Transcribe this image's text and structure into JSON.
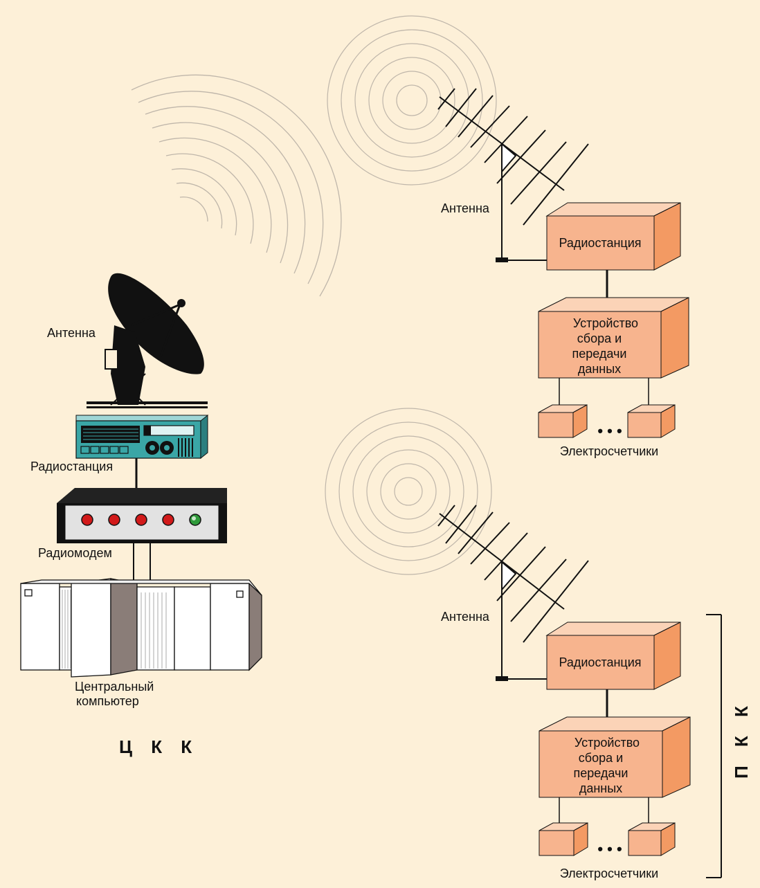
{
  "colors": {
    "background": "#fdf0d8",
    "box_front": "#f7b48e",
    "box_top": "#fbd3b7",
    "box_side": "#f39a63",
    "radio_teal": "#3aa6a6",
    "wave": "#bfb6aa"
  },
  "labels": {
    "ckk": "Ц К К",
    "pkk": "П К К",
    "central_antenna": "Антенна",
    "central_radio": "Радиостанция",
    "modem": "Радиомодем",
    "computer_line1": "Центральный",
    "computer_line2": "компьютер"
  },
  "sites": [
    {
      "antenna": "Антенна",
      "radio": "Радиостанция",
      "device": [
        "Устройство",
        "сбора и",
        "передачи",
        "данных"
      ],
      "meters": "Электросчетчики",
      "dots": "• • •"
    },
    {
      "antenna": "Антенна",
      "radio": "Радиостанция",
      "device": [
        "Устройство",
        "сбора и",
        "передачи",
        "данных"
      ],
      "meters": "Электросчетчики",
      "dots": "• • •"
    }
  ]
}
